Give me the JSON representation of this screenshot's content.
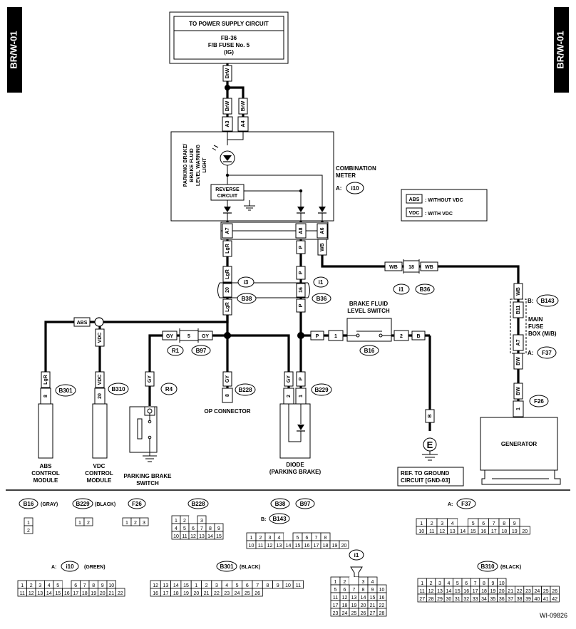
{
  "side_tab_label": "BR/W-01",
  "power_supply": {
    "title": "TO POWER SUPPLY CIRCUIT",
    "line1": "FB-36",
    "line2": "F/B FUSE No. 5",
    "line3": "(IG)"
  },
  "wire_colors": {
    "brw": "BrW",
    "lgr": "LgR",
    "p": "P",
    "wb": "WB",
    "gy": "GY",
    "vdc": "VDC",
    "b": "B",
    "bw": "BW"
  },
  "combination_meter": {
    "light_label": [
      "PARKING BRAKE/",
      "BRAKE FLUID",
      "LEVEL WARNING",
      "LIGHT"
    ],
    "reverse_circuit": [
      "REVERSE",
      "CIRCUIT"
    ],
    "label": [
      "COMBINATION",
      "METER"
    ],
    "connector_prefix": "A:",
    "connector": "i10",
    "pins": {
      "a3": "A3",
      "a4": "A4",
      "a7": "A7",
      "a8": "A8",
      "a6": "A6"
    }
  },
  "legend": {
    "abs_tag": "ABS",
    "abs_text": ": WITHOUT VDC",
    "vdc_tag": "VDC",
    "vdc_text": ": WITH VDC"
  },
  "junctions": {
    "b38_pin": "20",
    "i3": "i3",
    "b38": "B38",
    "b36_pin": "16",
    "i1": "i1",
    "b36": "B36",
    "wb_pin": "18",
    "wb_i1": "i1",
    "wb_b36": "B36",
    "r1_pin": "5",
    "r1": "R1",
    "b97": "B97",
    "abs_tag": "ABS"
  },
  "brake_fluid_switch": {
    "label": [
      "BRAKE FLUID",
      "LEVEL SWITCH"
    ],
    "connector": "B16",
    "pin1": "1",
    "pin2": "2"
  },
  "main_fuse_box": {
    "prefix_b": "B:",
    "b143": "B143",
    "pin_b11": "B11",
    "label": [
      "MAIN",
      "FUSE",
      "BOX (M/B)"
    ],
    "pin_a7": "A7",
    "prefix_a": "A:",
    "f37": "F37"
  },
  "generator": {
    "label": "GENERATOR",
    "connector": "F26",
    "pin": "1"
  },
  "abs_module": {
    "connector": "B301",
    "pin": "8",
    "label": [
      "ABS",
      "CONTROL",
      "MODULE"
    ]
  },
  "vdc_module": {
    "connector": "B310",
    "pin": "20",
    "label": [
      "VDC",
      "CONTROL",
      "MODULE"
    ]
  },
  "parking_switch": {
    "connector": "R4",
    "label": [
      "PARKING BRAKE",
      "SWITCH"
    ]
  },
  "op_connector": {
    "connector": "B228",
    "pin": "8",
    "label": "OP CONNECTOR"
  },
  "diode": {
    "connector": "B229",
    "pin2": "2",
    "pin1": "1",
    "label": [
      "DIODE",
      "(PARKING BRAKE)"
    ]
  },
  "ground_ref": {
    "label": [
      "REF. TO GROUND",
      "CIRCUIT [GND-03]"
    ]
  },
  "connector_views": {
    "b16": {
      "name": "B16",
      "color": "(GRAY)",
      "pins": [
        "1",
        "2"
      ]
    },
    "b229": {
      "name": "B229",
      "color": "(BLACK)",
      "pins": [
        "1",
        "2"
      ]
    },
    "f26": {
      "name": "F26",
      "pins": [
        "1",
        "2",
        "3"
      ]
    },
    "b228": {
      "name": "B228",
      "rows": [
        [
          "1",
          "2",
          "",
          "3"
        ],
        [
          "4",
          "5",
          "6",
          "7",
          "8",
          "9"
        ],
        [
          "10",
          "11",
          "12",
          "13",
          "14",
          "15"
        ]
      ]
    },
    "b38": {
      "name": "B38",
      "b97": "B97",
      "prefix": "B:",
      "b143": "B143",
      "rows": [
        [
          "1",
          "2",
          "3",
          "4",
          "",
          "5",
          "6",
          "7",
          "8"
        ],
        [
          "10",
          "11",
          "12",
          "13",
          "14",
          "15",
          "16",
          "17",
          "18",
          "19",
          "20"
        ]
      ]
    },
    "f37": {
      "prefix": "A:",
      "name": "F37",
      "rows": [
        [
          "1",
          "2",
          "3",
          "4",
          "",
          "5",
          "6",
          "7",
          "8",
          "9"
        ],
        [
          "10",
          "11",
          "12",
          "13",
          "14",
          "15",
          "16",
          "17",
          "18",
          "19",
          "20"
        ]
      ]
    },
    "i10": {
      "prefix": "A:",
      "name": "i10",
      "color": "(GREEN)",
      "rows": [
        [
          "1",
          "2",
          "3",
          "4",
          "5",
          "",
          "6",
          "7",
          "8",
          "9",
          "10"
        ],
        [
          "11",
          "12",
          "13",
          "14",
          "15",
          "16",
          "17",
          "18",
          "19",
          "20",
          "21",
          "22"
        ]
      ]
    },
    "b301": {
      "name": "B301",
      "color": "(BLACK)",
      "rows": [
        [
          "12",
          "13",
          "14",
          "15",
          "1",
          "2",
          "3",
          "4",
          "5",
          "6",
          "7",
          "8",
          "9",
          "10",
          "11"
        ],
        [
          "16",
          "17",
          "18",
          "19",
          "20",
          "21",
          "22",
          "23",
          "24",
          "25",
          "26"
        ]
      ]
    },
    "i1": {
      "name": "i1",
      "rows": [
        [
          "1",
          "2",
          "",
          "3",
          "4"
        ],
        [
          "5",
          "6",
          "7",
          "8",
          "9",
          "10"
        ],
        [
          "11",
          "12",
          "13",
          "14",
          "15",
          "16"
        ],
        [
          "17",
          "18",
          "19",
          "20",
          "21",
          "22"
        ],
        [
          "23",
          "24",
          "25",
          "26",
          "27",
          "28"
        ]
      ]
    },
    "b310": {
      "name": "B310",
      "color": "(BLACK)",
      "rows": [
        [
          "1",
          "2",
          "3",
          "4",
          "5",
          "6",
          "7",
          "8",
          "9",
          "10"
        ],
        [
          "11",
          "12",
          "13",
          "14",
          "15",
          "16",
          "17",
          "18",
          "19",
          "20",
          "21",
          "22",
          "23",
          "24",
          "25",
          "26"
        ],
        [
          "27",
          "28",
          "29",
          "30",
          "31",
          "32",
          "33",
          "34",
          "35",
          "36",
          "37",
          "38",
          "39",
          "40",
          "41",
          "42"
        ]
      ]
    }
  },
  "diagram_code": "WI-09826"
}
